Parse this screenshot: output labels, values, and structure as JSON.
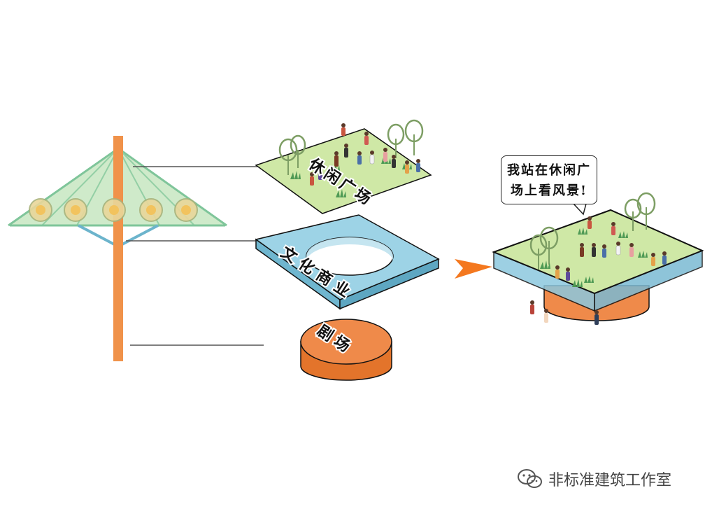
{
  "layers": {
    "plaza": {
      "label": "休闲广场",
      "color": "#cfe8a6"
    },
    "commerce": {
      "label": "文化商业",
      "color": "#7ec3da"
    },
    "theater": {
      "label": "剧场",
      "color": "#f08a3c"
    }
  },
  "callout": {
    "line1": "我站在休闲广",
    "line2": "场上看风景!"
  },
  "watermark": {
    "text": "非标准建筑工作室",
    "icon": "wechat-icon"
  },
  "colors": {
    "pole": "#f0924a",
    "canopy": "#9fd3a6",
    "arrow": "#f4781f",
    "outline": "#111111"
  }
}
